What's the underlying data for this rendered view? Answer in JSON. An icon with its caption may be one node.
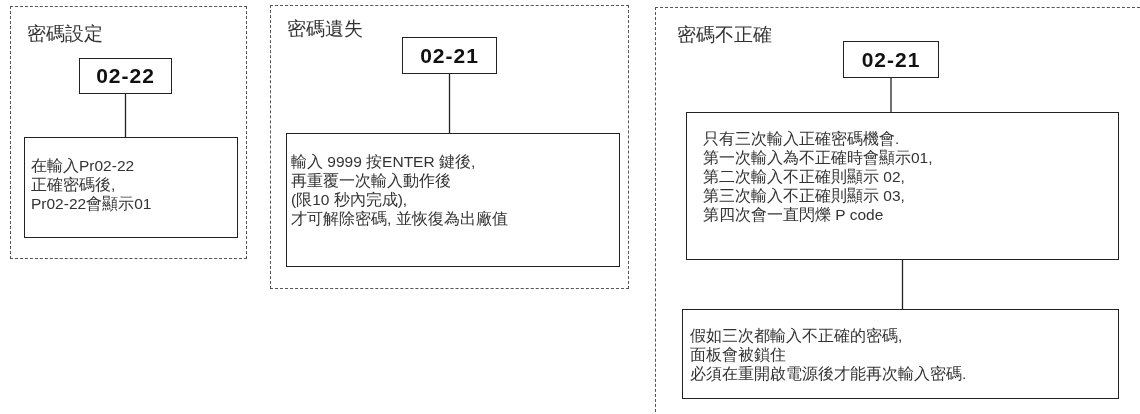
{
  "diagram": {
    "nodes": [
      {
        "text": [
          "密碼設定"
        ]
      },
      {
        "text": [
          "02-22"
        ],
        "in": 0
      },
      {
        "text": [
          "在輸入Pr02-22正確密碼後,Pr02-22會顯示01"
        ],
        "in": 0
      },
      {
        "text": [
          "密碼遺失"
        ]
      },
      {
        "text": [
          "02-21"
        ],
        "in": 3
      },
      {
        "text": [
          "輸入 9999 按ENTER 鍵後,再重覆一次輸入動作後(限10 秒內完成),才可解除密碼, 並恢復為出廠值"
        ],
        "in": 3
      },
      {
        "text": [
          "密碼不正確"
        ]
      },
      {
        "text": [
          "02-21"
        ],
        "in": 6
      },
      {
        "text": [
          "只有三次輸入正確密碼機會.第一次輸入為不正確時會顯示01,第二次輸入不正確則顯示 02,第三次輸入不正確則顯示 03,第四次會一直閃爍 P code"
        ],
        "in": 6
      },
      {
        "text": [
          "假如三次都輸入不正確的密碼,面板會被鎖住必須在重開啟電源後才能再次輸入密碼."
        ],
        "in": 6
      }
    ],
    "edges": [
      {
        "from": 1,
        "to": 2,
        "arrow": "none"
      },
      {
        "from": 4,
        "to": 5,
        "arrow": "none"
      },
      {
        "from": 7,
        "to": 8,
        "arrow": "none"
      },
      {
        "from": 8,
        "to": 9,
        "arrow": "none"
      }
    ]
  }
}
